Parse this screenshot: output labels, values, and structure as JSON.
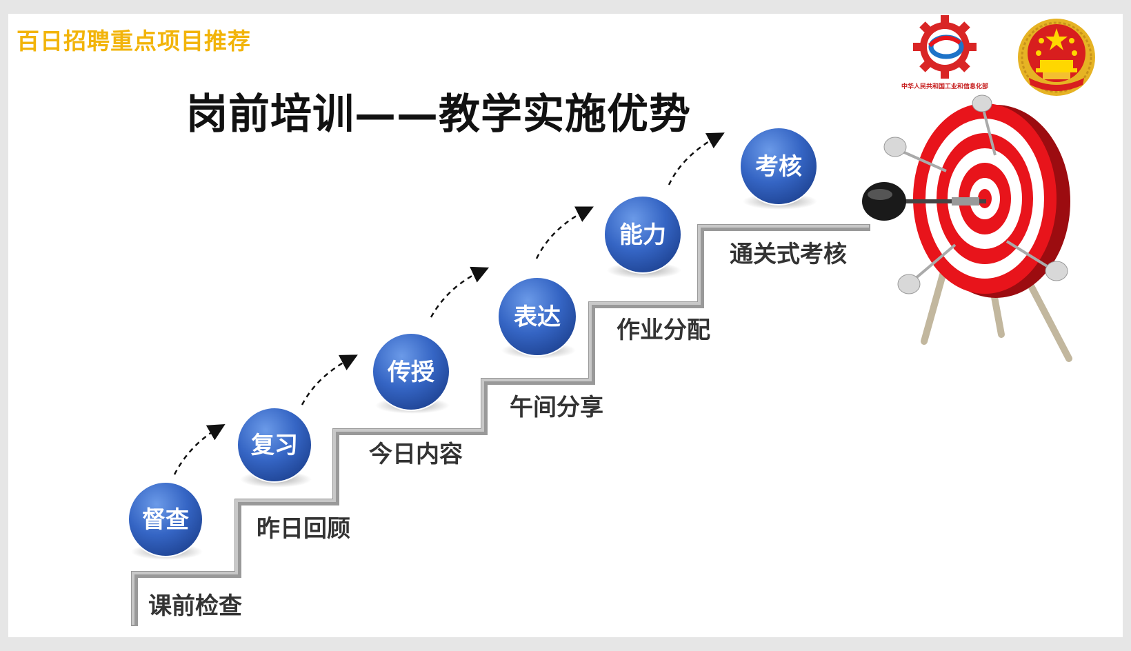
{
  "header": {
    "text": "百日招聘重点项目推荐"
  },
  "title": "岗前培训——教学实施优势",
  "steps": [
    {
      "circle": "督查",
      "label": "课前检查"
    },
    {
      "circle": "复习",
      "label": "昨日回顾"
    },
    {
      "circle": "传授",
      "label": "今日内容"
    },
    {
      "circle": "表达",
      "label": "午间分享"
    },
    {
      "circle": "能力",
      "label": "作业分配"
    },
    {
      "circle": "考核",
      "label": "通关式考核"
    }
  ],
  "logos": {
    "ministry_text": "中华人民共和国工业和信息化部"
  },
  "colors": {
    "header": "#f2b40a",
    "circle": "#2f5fb8",
    "stairs": "#aaaaaa",
    "target_red": "#e8141b"
  },
  "icons": [
    "miit-gear-logo",
    "national-emblem",
    "dartboard-target",
    "dart-icon",
    "dashed-arrow"
  ]
}
